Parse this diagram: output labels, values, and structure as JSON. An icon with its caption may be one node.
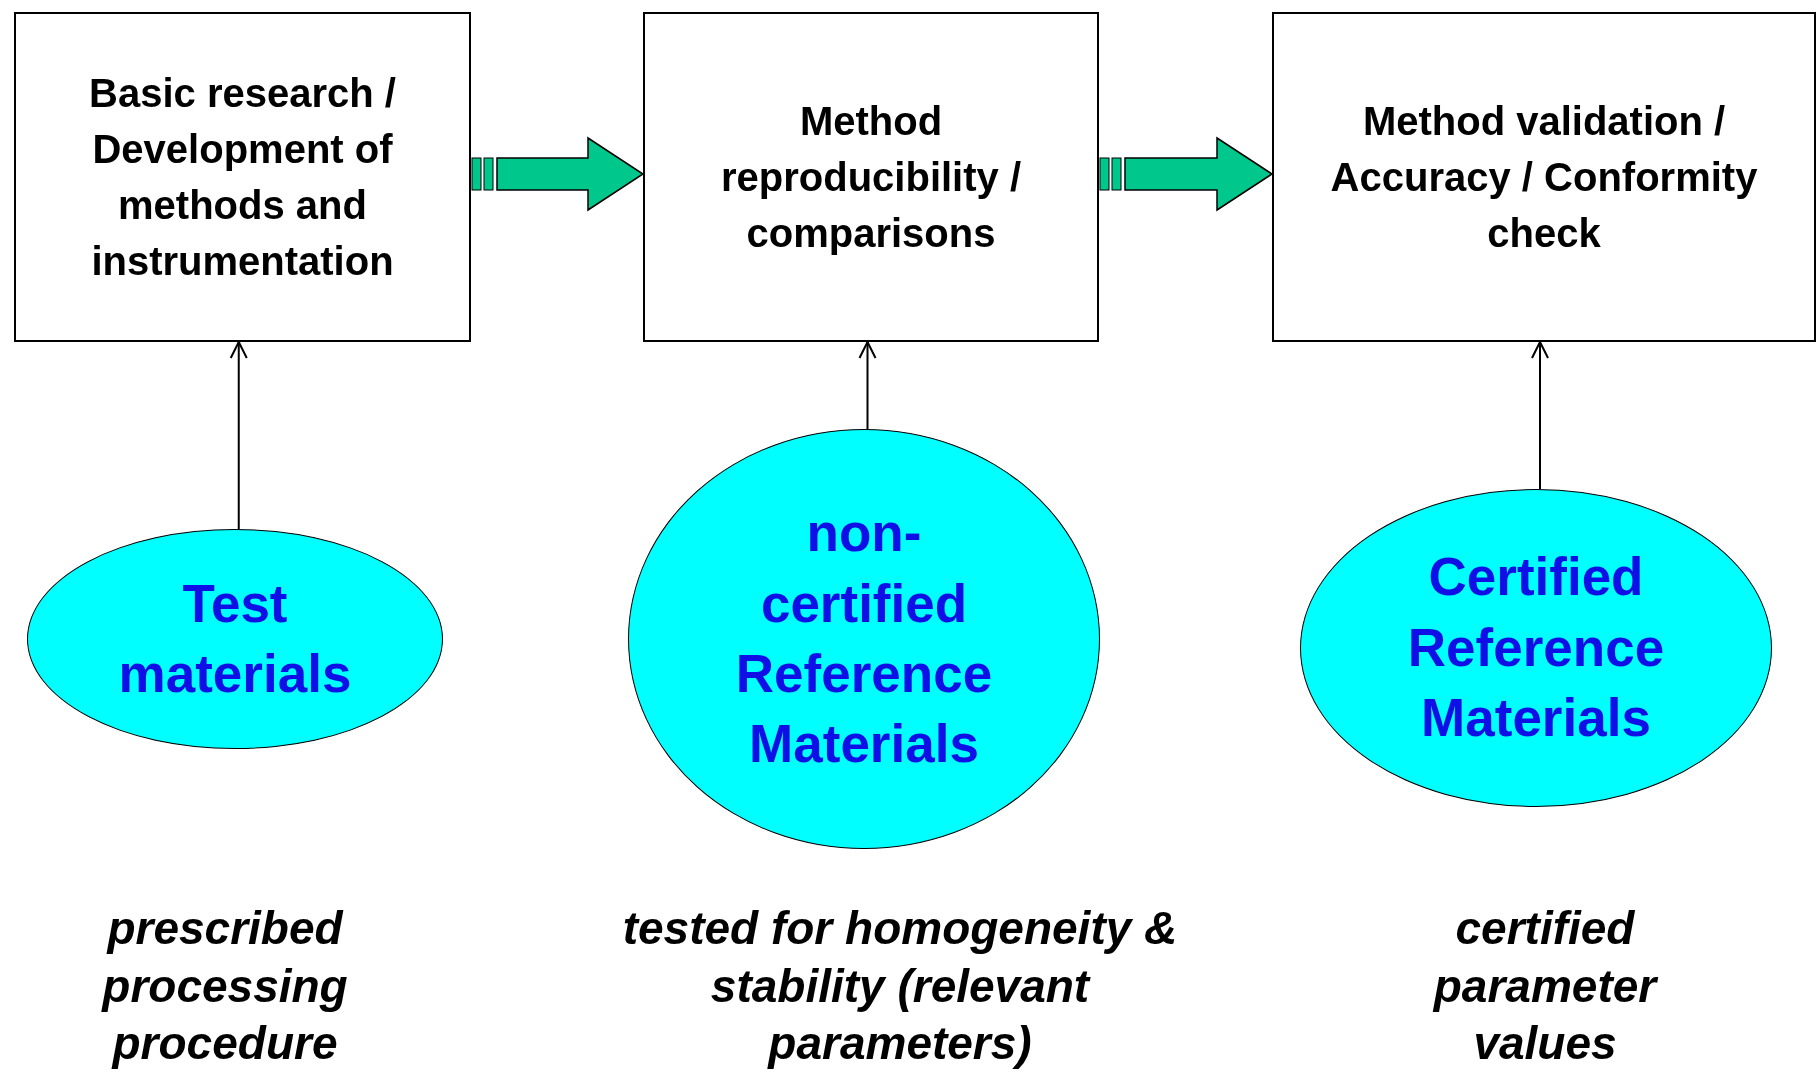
{
  "diagram": {
    "nodes": [
      {
        "text": [
          "Basic research / Development of methods and instrumentation"
        ]
      },
      {
        "text": [
          "Method reproducibility / comparisons"
        ]
      },
      {
        "text": [
          "Method validation / Accuracy / Conformity check"
        ]
      },
      {
        "text": [
          "Test materials"
        ],
        "beside": [
          "prescribed processing procedure"
        ]
      },
      {
        "text": [
          "non-certified Reference Materials"
        ],
        "beside": [
          "tested for homogeneity & stability (relevant parameters)"
        ]
      },
      {
        "text": [
          "Certified Reference Materials"
        ],
        "beside": [
          "certified parameter values"
        ]
      }
    ],
    "edges": [
      {
        "from": 0,
        "to": 1,
        "arrow": "to",
        "style": "thick",
        "color": "#00c88c"
      },
      {
        "from": 1,
        "to": 2,
        "arrow": "to",
        "style": "thick",
        "color": "#00c88c"
      },
      {
        "from": 3,
        "to": 0,
        "arrow": "to"
      },
      {
        "from": 4,
        "to": 1,
        "arrow": "to"
      },
      {
        "from": 5,
        "to": 2,
        "arrow": "to"
      }
    ]
  }
}
